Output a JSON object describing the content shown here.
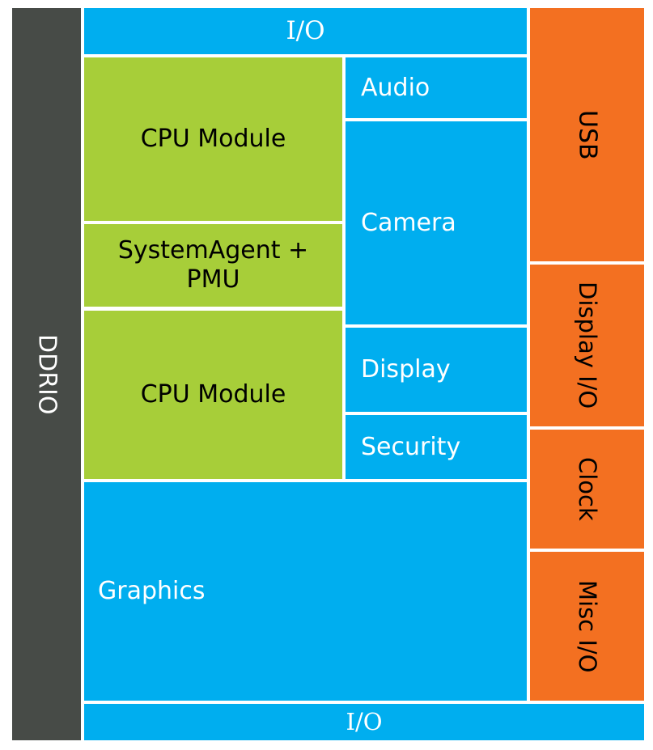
{
  "colors": {
    "ddrio": "#474b47",
    "cpu_green": "#a7ce39",
    "io_blue": "#00aeef",
    "periph_orange": "#f37021",
    "divider": "#ffffff"
  },
  "blocks": {
    "ddrio": "DDRIO",
    "io_top": "I/O",
    "cpu_module_1": "CPU Module",
    "system_agent_line1": "SystemAgent +",
    "system_agent_line2": "PMU",
    "cpu_module_2": "CPU Module",
    "audio": "Audio",
    "camera": "Camera",
    "display": "Display",
    "security": "Security",
    "graphics": "Graphics",
    "io_bottom": "I/O",
    "usb": "USB",
    "display_io": "Display I/O",
    "clock": "Clock",
    "misc_io": "Misc I/O"
  }
}
